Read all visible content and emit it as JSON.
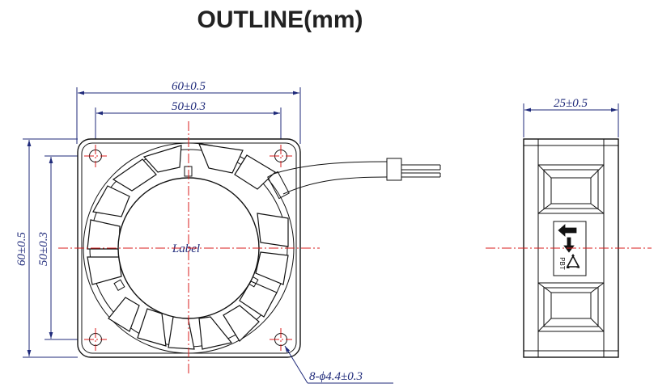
{
  "title": "OUTLINE(mm)",
  "front_view": {
    "outer_width": "60±0.5",
    "hole_pitch_x": "50±0.3",
    "outer_height": "60±0.5",
    "hole_pitch_y": "50±0.3",
    "label": "Label",
    "holes": "8-ϕ4.4±0.3"
  },
  "side_view": {
    "thickness": "25±0.5",
    "material_mark": "PBT",
    "recycle_symbol": "recycle-icon"
  },
  "colors": {
    "dimension": "#1f2a7a",
    "centerline": "#d81b1b",
    "outline": "#111111"
  }
}
